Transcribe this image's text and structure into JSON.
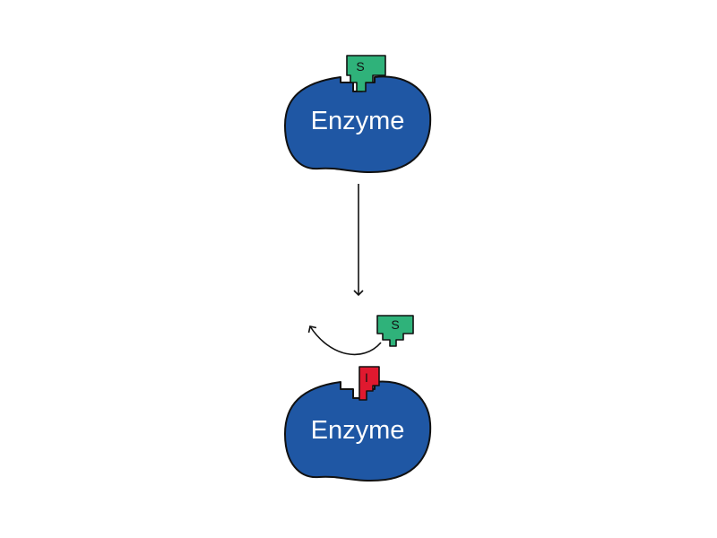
{
  "enzyme_top": {
    "label": "Enzyme",
    "color": "#1f57a4"
  },
  "substrate_bound": {
    "label": "S",
    "color": "#2fb27a"
  },
  "transition_arrow": {
    "direction": "down"
  },
  "substrate_displaced": {
    "label": "S",
    "color": "#2fb27a"
  },
  "inhibitor_bound": {
    "label": "I",
    "color": "#e0192f"
  },
  "enzyme_bottom": {
    "label": "Enzyme",
    "color": "#1f57a4"
  }
}
